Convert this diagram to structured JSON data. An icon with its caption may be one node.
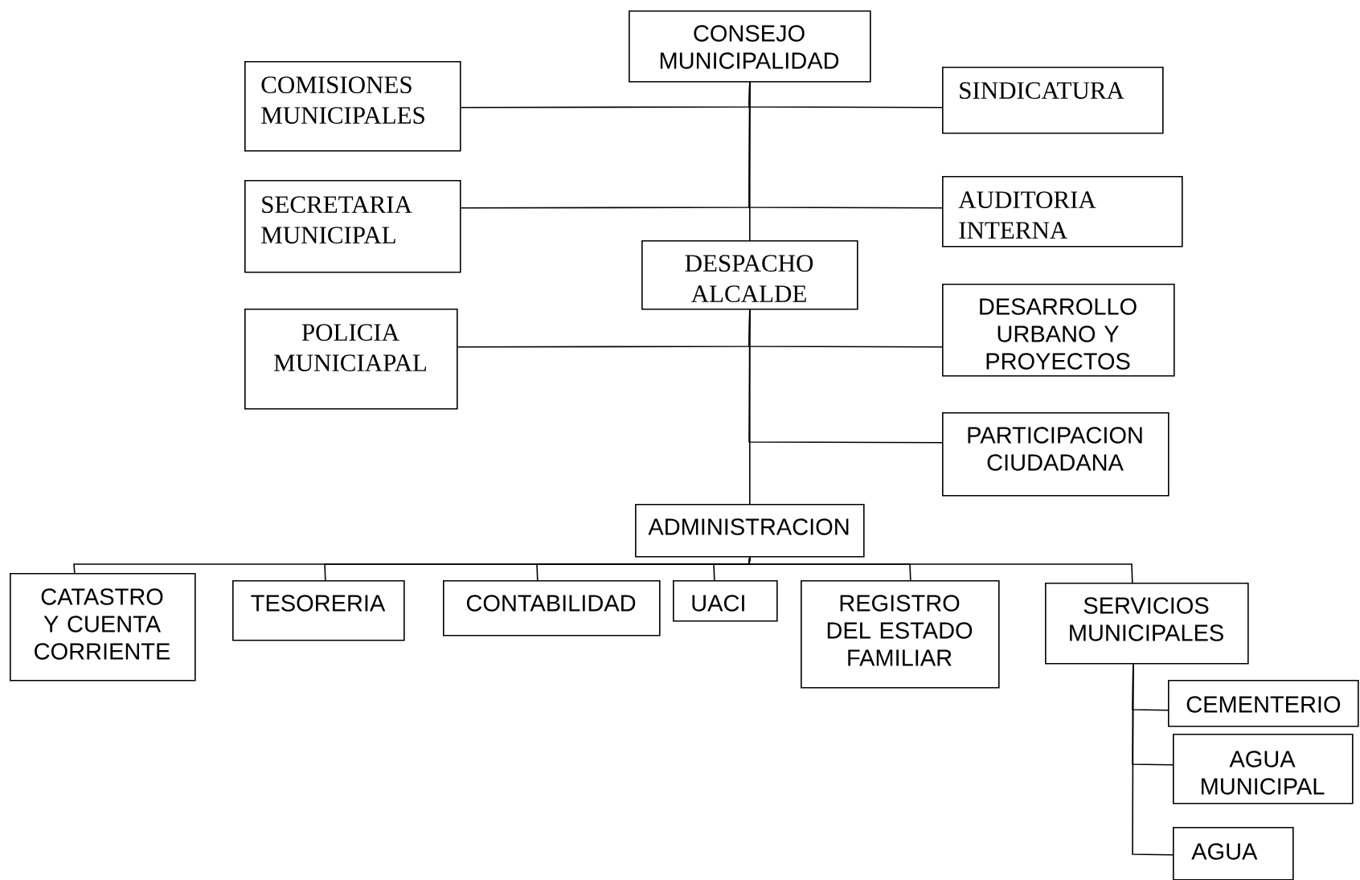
{
  "diagram": {
    "nodes": [
      {
        "text": [
          "CONSEJO MUNICIPALIDAD"
        ]
      },
      {
        "text": [
          "COMISIONES MUNICIPALES"
        ]
      },
      {
        "text": [
          "SINDICATURA"
        ]
      },
      {
        "text": [
          "SECRETARIA MUNICIPAL"
        ]
      },
      {
        "text": [
          "AUDITORIA INTERNA"
        ]
      },
      {
        "text": [
          "DESPACHO ALCALDE"
        ]
      },
      {
        "text": [
          "POLICIA MUNICIAPAL"
        ]
      },
      {
        "text": [
          "DESARROLLO URBANO Y PROYECTOS"
        ]
      },
      {
        "text": [
          "PARTICIPACION CIUDADANA"
        ]
      },
      {
        "text": [
          "ADMINISTRACION"
        ]
      },
      {
        "text": [
          "CATASTRO Y CUENTA CORRIENTE"
        ]
      },
      {
        "text": [
          "TESORERIA"
        ]
      },
      {
        "text": [
          "CONTABILIDAD"
        ]
      },
      {
        "text": [
          "UACI"
        ]
      },
      {
        "text": [
          "REGISTRO DEL ESTADO FAMILIAR"
        ]
      },
      {
        "text": [
          "SERVICIOS MUNICIPALES"
        ]
      },
      {
        "text": [
          "CEMENTERIO"
        ]
      },
      {
        "text": [
          "AGUA MUNICIPAL"
        ]
      },
      {
        "text": [
          "AGUA"
        ]
      }
    ],
    "edges": [
      {
        "from": 0,
        "to": 1,
        "arrow": "none"
      },
      {
        "from": 0,
        "to": 2,
        "arrow": "none"
      },
      {
        "from": 0,
        "to": 3,
        "arrow": "none"
      },
      {
        "from": 0,
        "to": 4,
        "arrow": "none"
      },
      {
        "from": 0,
        "to": 5,
        "arrow": "none"
      },
      {
        "from": 5,
        "to": 6,
        "arrow": "none"
      },
      {
        "from": 5,
        "to": 7,
        "arrow": "none"
      },
      {
        "from": 5,
        "to": 8,
        "arrow": "none"
      },
      {
        "from": 5,
        "to": 9,
        "arrow": "none"
      },
      {
        "from": 9,
        "to": 10,
        "arrow": "none"
      },
      {
        "from": 9,
        "to": 11,
        "arrow": "none"
      },
      {
        "from": 9,
        "to": 12,
        "arrow": "none"
      },
      {
        "from": 9,
        "to": 13,
        "arrow": "none"
      },
      {
        "from": 9,
        "to": 14,
        "arrow": "none"
      },
      {
        "from": 9,
        "to": 15,
        "arrow": "none"
      },
      {
        "from": 15,
        "to": 16,
        "arrow": "none"
      },
      {
        "from": 15,
        "to": 17,
        "arrow": "none"
      },
      {
        "from": 15,
        "to": 18,
        "arrow": "none"
      }
    ]
  }
}
